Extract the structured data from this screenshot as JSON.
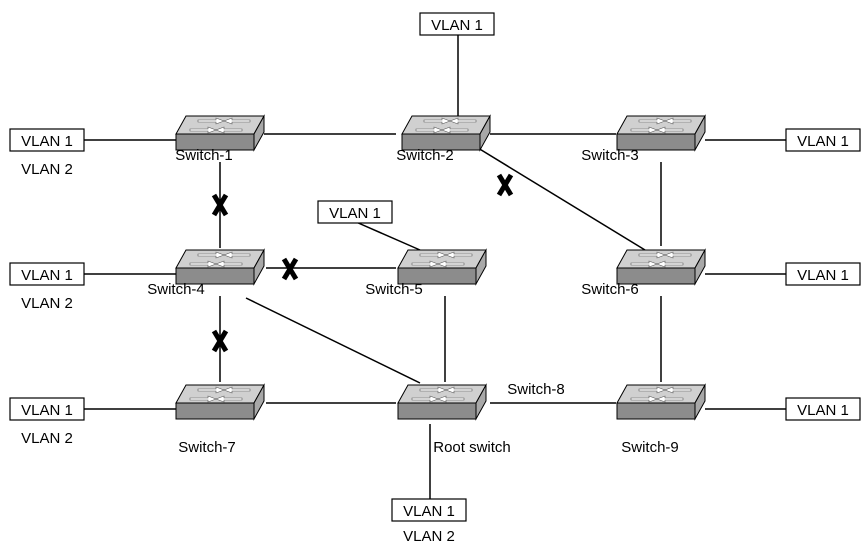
{
  "switches": {
    "s1": "Switch-1",
    "s2": "Switch-2",
    "s3": "Switch-3",
    "s4": "Switch-4",
    "s5": "Switch-5",
    "s6": "Switch-6",
    "s7": "Switch-7",
    "root": "Root switch",
    "s8": "Switch-8",
    "s9": "Switch-9"
  },
  "vlans": {
    "vlan1": "VLAN 1",
    "vlan2": "VLAN 2"
  },
  "links": [
    {
      "from": "Switch-1",
      "to": "Switch-2",
      "blocked": false
    },
    {
      "from": "Switch-2",
      "to": "Switch-3",
      "blocked": false
    },
    {
      "from": "Switch-2",
      "to": "Switch-6",
      "blocked": true
    },
    {
      "from": "Switch-1",
      "to": "Switch-4",
      "blocked": true
    },
    {
      "from": "Switch-3",
      "to": "Switch-6",
      "blocked": false
    },
    {
      "from": "Switch-4",
      "to": "Switch-5",
      "blocked": true
    },
    {
      "from": "Switch-4",
      "to": "Switch-7",
      "blocked": true
    },
    {
      "from": "Switch-4",
      "to": "Root switch",
      "blocked": false
    },
    {
      "from": "Switch-5",
      "to": "Root switch",
      "blocked": false
    },
    {
      "from": "Switch-6",
      "to": "Switch-9",
      "blocked": false
    },
    {
      "from": "Switch-7",
      "to": "Root switch",
      "blocked": false
    },
    {
      "from": "Root switch",
      "to": "Switch-9",
      "blocked": false
    }
  ],
  "colors": {
    "switch_top": "#d0d0d0",
    "switch_front": "#8c8c8c",
    "switch_side": "#a8a8a8",
    "arrow": "#ffffff",
    "line": "#000000"
  },
  "icons": {
    "switch": "network-switch-icon",
    "blocked_port": "x-mark-icon"
  }
}
